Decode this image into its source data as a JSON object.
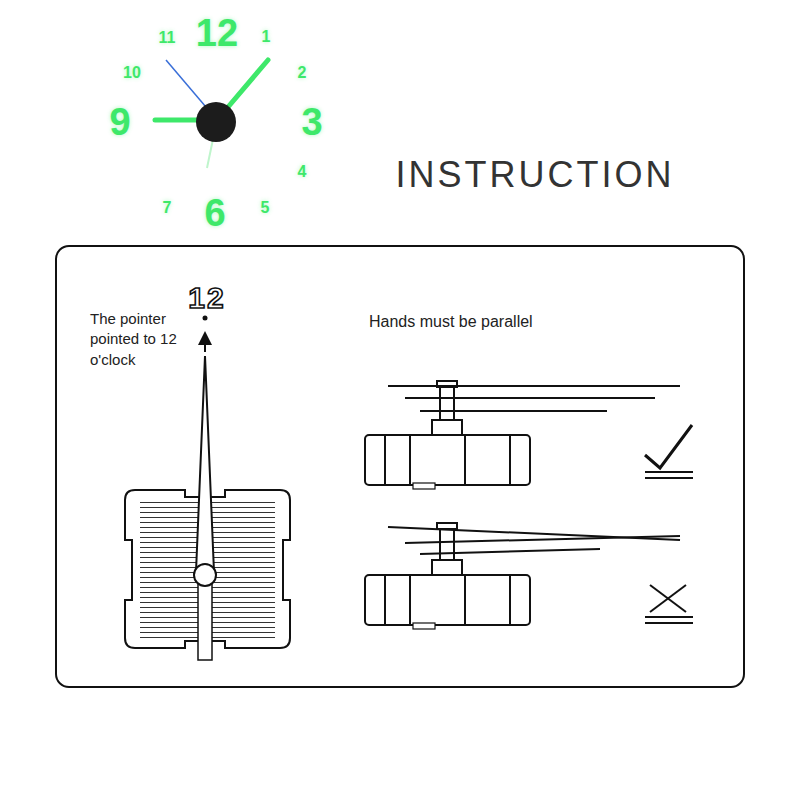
{
  "diagram": {
    "title": "INSTRUCTION",
    "nodes": [
      {
        "text": [
          "12",
          "The pointer pointed to 12 o'clock",
          "Hands must be parallel"
        ]
      }
    ],
    "labels": [
      "11",
      "12",
      "1",
      "10",
      "2",
      "9",
      "3",
      "4",
      "7",
      "6",
      "5"
    ]
  }
}
